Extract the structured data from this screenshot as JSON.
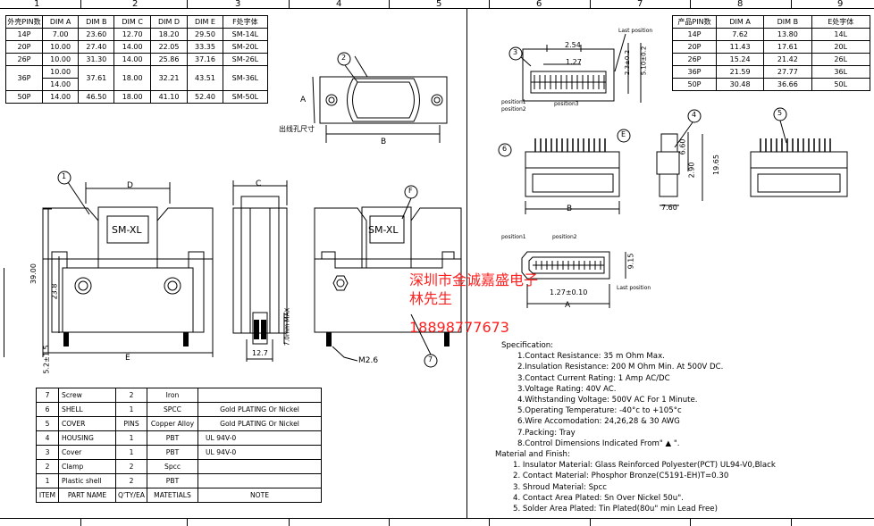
{
  "grid_columns": [
    "1",
    "2",
    "3",
    "4",
    "5",
    "6",
    "7",
    "8",
    "9"
  ],
  "left_table": {
    "headers": [
      "外壳PIN数",
      "DIM A",
      "DIM B",
      "DIM C",
      "DIM D",
      "DIM E",
      "F处字体"
    ],
    "rows": [
      [
        "14P",
        "7.00",
        "23.60",
        "12.70",
        "18.20",
        "29.50",
        "SM-14L"
      ],
      [
        "20P",
        "10.00",
        "27.40",
        "14.00",
        "22.05",
        "33.35",
        "SM-20L"
      ],
      [
        "26P",
        "10.00",
        "31.30",
        "14.00",
        "25.86",
        "37.16",
        "SM-26L"
      ],
      [
        "36P",
        "10.00",
        "37.61",
        "18.00",
        "32.21",
        "43.51",
        "SM-36L"
      ],
      [
        "",
        "14.00",
        "",
        "",
        "",
        "",
        ""
      ],
      [
        "50P",
        "14.00",
        "46.50",
        "18.00",
        "41.10",
        "52.40",
        "SM-50L"
      ]
    ]
  },
  "right_table": {
    "headers": [
      "产品PIN数",
      "DIM A",
      "DIM B",
      "E处字体"
    ],
    "rows": [
      [
        "14P",
        "7.62",
        "13.80",
        "14L"
      ],
      [
        "20P",
        "11.43",
        "17.61",
        "20L"
      ],
      [
        "26P",
        "15.24",
        "21.42",
        "26L"
      ],
      [
        "36P",
        "21.59",
        "27.77",
        "36L"
      ],
      [
        "50P",
        "30.48",
        "36.66",
        "50L"
      ]
    ]
  },
  "drawing_labels": {
    "cutout_caption": "出线孔尺寸",
    "label_sm_xl": "SM-XL",
    "dim_a": "A",
    "dim_b": "B",
    "dim_c": "C",
    "dim_d": "D",
    "dim_e": "E",
    "dim_39": "39.00",
    "dim_23_8": "23.8",
    "dim_5_2": "5.2±1.5",
    "dim_12_7": "12.7",
    "dim_7_0": "7.0mm MAX",
    "dim_m2_6": "M2.6",
    "last_position": "Last position",
    "position1": "position1",
    "position2": "position2",
    "position3": "position3",
    "dim_2_54": "2.54",
    "dim_1_27": "1.27",
    "dim_2_3": "2.3±0.2",
    "dim_5_1": "5.10±0.2",
    "dim_6_6": "6.60",
    "dim_2_9": "2.90",
    "dim_19_65": "19.65",
    "dim_7_6": "7.60",
    "dim_9_15": "9.15",
    "dim_1_27_pitch": "1.27±0.10",
    "label_f": "F",
    "label_e": "E",
    "triangle": "▲"
  },
  "balloons": [
    "1",
    "2",
    "5",
    "6",
    "7",
    "E",
    "F"
  ],
  "bom": {
    "rows": [
      [
        "7",
        "Screw",
        "2",
        "Iron",
        ""
      ],
      [
        "6",
        "SHELL",
        "1",
        "SPCC",
        "Gold PLATING Or Nickel"
      ],
      [
        "5",
        "COVER",
        "PINS",
        "Copper Alloy",
        "Gold PLATING Or Nickel"
      ],
      [
        "4",
        "HOUSING",
        "1",
        "PBT",
        "UL 94V-0"
      ],
      [
        "3",
        "Cover",
        "1",
        "PBT",
        "UL 94V-0"
      ],
      [
        "2",
        "Clamp",
        "2",
        "Spcc",
        ""
      ],
      [
        "1",
        "Plastic shell",
        "2",
        "PBT",
        ""
      ]
    ],
    "header": [
      "ITEM",
      "PART NAME",
      "Q'TY/EA",
      "MATETIALS",
      "NOTE"
    ]
  },
  "specification": {
    "title": "Specification:",
    "items": [
      "1.Contact Resistance: 35 m Ohm Max.",
      "2.Insulation Resistance: 200 M Ohm Min. At 500V DC.",
      "3.Contact Current Rating: 1 Amp AC/DC",
      "3.Voltage Rating: 40V AC.",
      "4.Withstanding Voltage: 500V AC For 1 Minute.",
      "5.Operating Temperature: -40°c to +105°c",
      "6.Wire Accomodation: 24,26,28 & 30 AWG",
      "7.Packing: Tray",
      "8.Control Dimensions Indicated From\" ▲ \"."
    ]
  },
  "material": {
    "title": "Material and Finish:",
    "items": [
      "1. Insulator Material: Glass Reinforced Polyester(PCT) UL94-V0,Black",
      "2. Contact Material: Phosphor Bronze(C5191-EH)T=0.30",
      "3. Shroud Material: Spcc",
      "4. Contact Area Plated: Sn Over Nickel 50u\".",
      "5. Solder Area Plated: Tin Plated(80u\" min Lead Free)"
    ]
  },
  "watermark": {
    "line1": "深圳市金诚嘉盛电子",
    "line2": "林先生",
    "line3": "18898777673",
    "color": "#ff2020"
  }
}
